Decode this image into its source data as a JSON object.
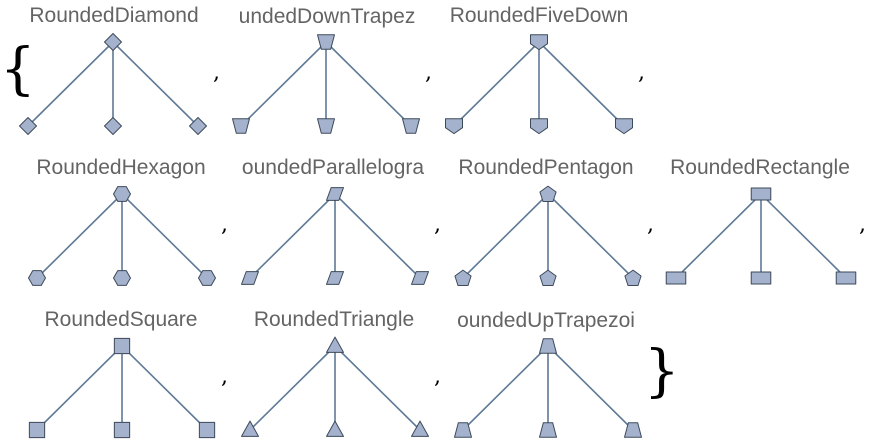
{
  "colors": {
    "vertex_fill": "#a4b2cd",
    "vertex_stroke": "#3d4a5a",
    "edge": "#5f7a96",
    "label": "#646464"
  },
  "list": {
    "open_brace": "{",
    "close_brace": "}",
    "separator": ","
  },
  "graphs": [
    {
      "label": "RoundedDiamond",
      "shape": "rounded-diamond"
    },
    {
      "label": "undedDownTrapez",
      "shape": "rounded-down-trapezoid"
    },
    {
      "label": "RoundedFiveDown",
      "shape": "rounded-five-down"
    },
    {
      "label": "RoundedHexagon",
      "shape": "rounded-hexagon"
    },
    {
      "label": "oundedParallelogra",
      "shape": "rounded-parallelogram"
    },
    {
      "label": "RoundedPentagon",
      "shape": "rounded-pentagon"
    },
    {
      "label": "RoundedRectangle",
      "shape": "rounded-rectangle"
    },
    {
      "label": "RoundedSquare",
      "shape": "rounded-square"
    },
    {
      "label": "RoundedTriangle",
      "shape": "rounded-triangle"
    },
    {
      "label": "oundedUpTrapezoi",
      "shape": "rounded-up-trapezoid"
    }
  ]
}
